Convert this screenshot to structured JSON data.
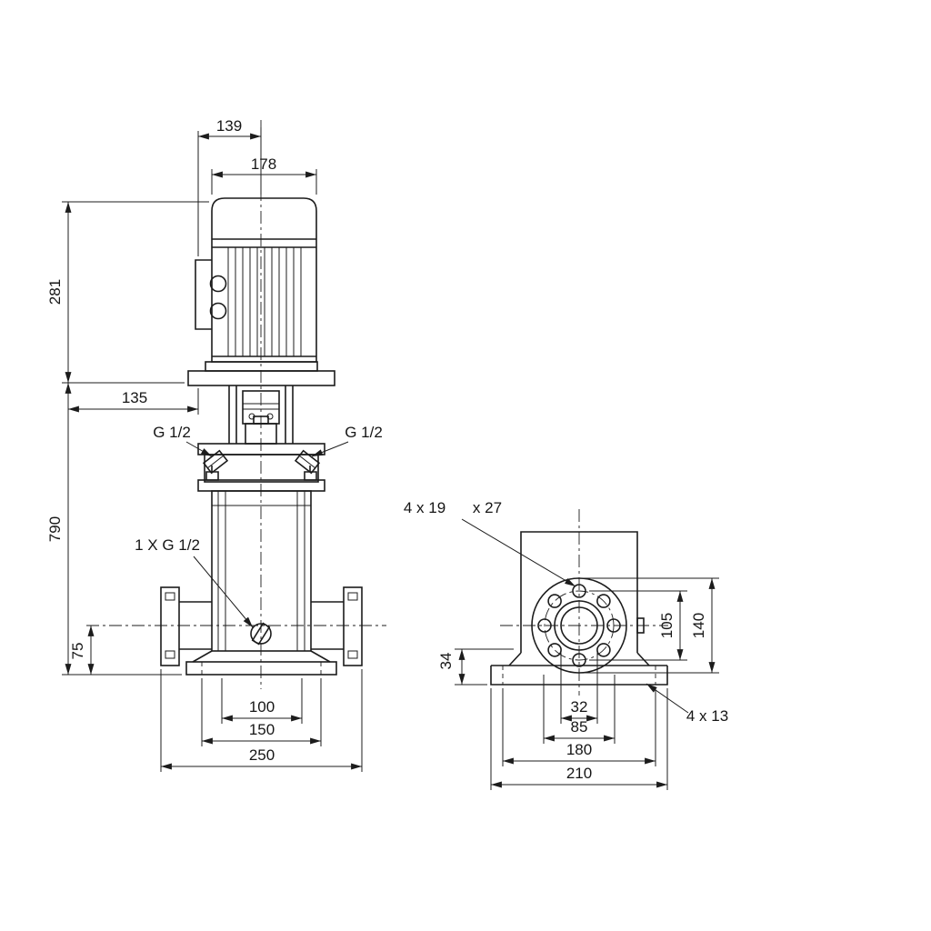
{
  "front_view": {
    "dim_139": "139",
    "dim_178": "178",
    "dim_281": "281",
    "dim_135": "135",
    "dim_790": "790",
    "dim_75": "75",
    "dim_100": "100",
    "dim_150": "150",
    "dim_250": "250",
    "port_left_label": "G 1/2",
    "port_right_label": "G 1/2",
    "drain_label": "1 X G 1/2"
  },
  "side_view": {
    "flange_holes_label_qty": "4 x 19",
    "flange_holes_label_depth": "x 27",
    "dim_34": "34",
    "dim_105": "105",
    "dim_140": "140",
    "dim_32": "32",
    "dim_85": "85",
    "dim_180": "180",
    "dim_210": "210",
    "base_holes_label": "4 x 13"
  },
  "colors": {
    "line": "#1c1c1c",
    "background": "#ffffff"
  }
}
